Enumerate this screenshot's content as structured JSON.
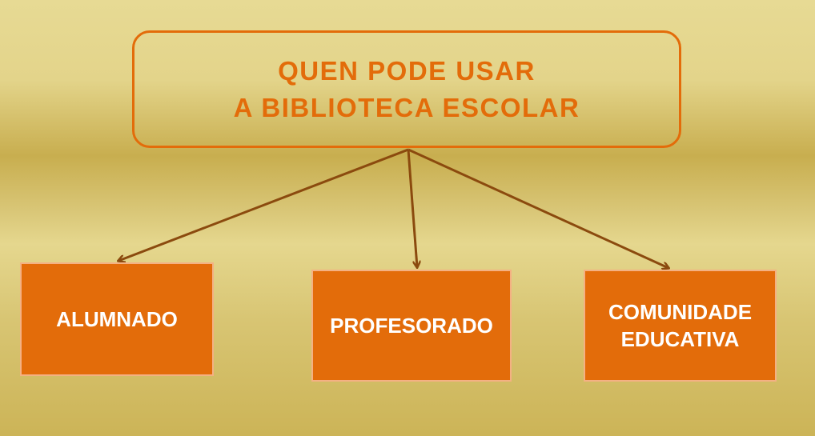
{
  "title": {
    "line1": "QUEN PODE USAR",
    "line2": "A BIBLIOTECA ESCOLAR"
  },
  "children": [
    {
      "lines": [
        "ALUMNADO"
      ]
    },
    {
      "lines": [
        "PROFESORADO"
      ]
    },
    {
      "lines": [
        "COMUNIDADE",
        "EDUCATIVA"
      ]
    }
  ],
  "colors": {
    "accent_orange": "#e36c0a",
    "box_border": "#f4b183",
    "arrow": "#8b4a0e",
    "text_white": "#ffffff",
    "background_light": "#e7da94",
    "background_dark": "#c8ae4f"
  }
}
